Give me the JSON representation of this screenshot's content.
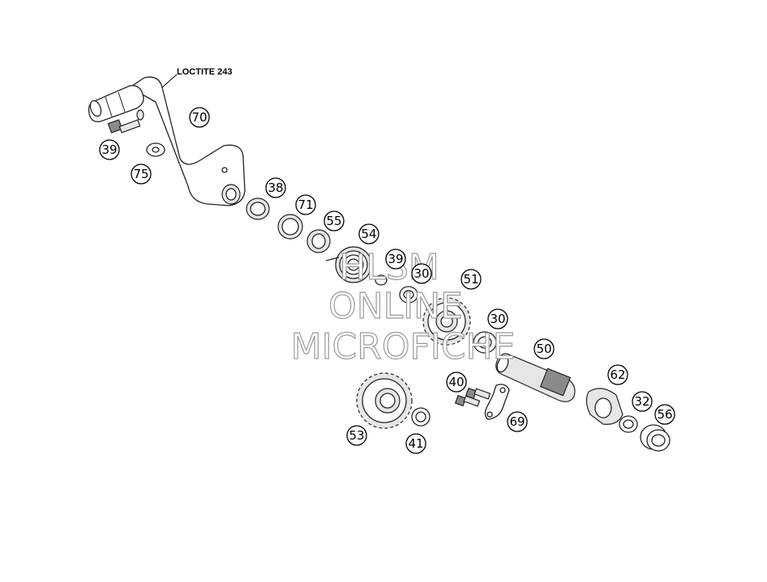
{
  "note": {
    "label": "LOCTITE 243"
  },
  "callouts": [
    {
      "id": "70"
    },
    {
      "id": "39"
    },
    {
      "id": "75"
    },
    {
      "id": "38"
    },
    {
      "id": "71"
    },
    {
      "id": "55"
    },
    {
      "id": "54"
    },
    {
      "id": "39"
    },
    {
      "id": "30"
    },
    {
      "id": "51"
    },
    {
      "id": "30"
    },
    {
      "id": "50"
    },
    {
      "id": "40"
    },
    {
      "id": "62"
    },
    {
      "id": "32"
    },
    {
      "id": "56"
    },
    {
      "id": "69"
    },
    {
      "id": "53"
    },
    {
      "id": "41"
    }
  ],
  "watermark": {
    "line1": "HLSM",
    "line2": "ONLINE",
    "line3": "MICROFICHE"
  }
}
